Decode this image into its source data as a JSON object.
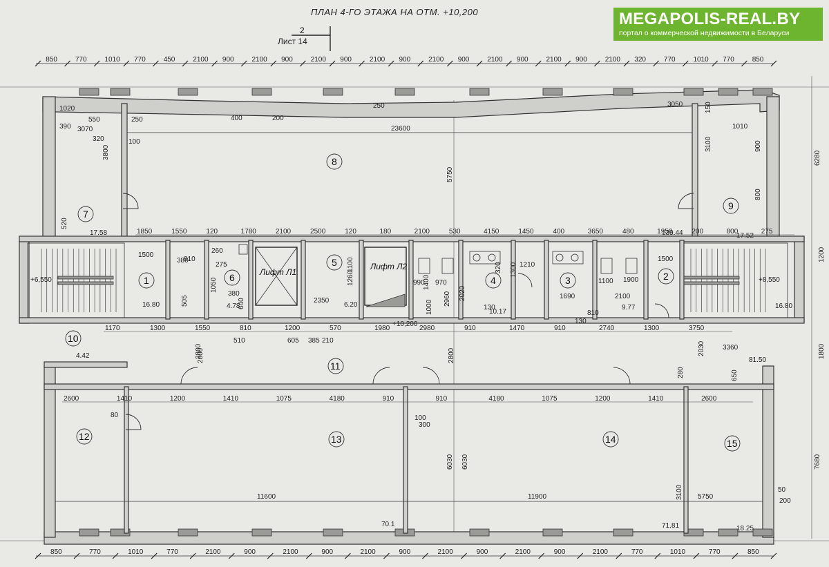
{
  "title": "ПЛАН 4-ГО ЭТАЖА НА ОТМ. +10,200",
  "section_mark": {
    "number": "2",
    "sheet": "Лист 14"
  },
  "brand": {
    "name": "MEGAPOLIS-REAL.BY",
    "tagline": "портал о коммерческой недвижимости в Беларуси",
    "color": "#6eb52f"
  },
  "top_dims": [
    "850",
    "770",
    "1010",
    "770",
    "450",
    "2100",
    "900",
    "2100",
    "900",
    "2100",
    "900",
    "2100",
    "900",
    "2100",
    "900",
    "2100",
    "900",
    "2100",
    "900",
    "2100",
    "320",
    "770",
    "1010",
    "770",
    "850"
  ],
  "bottom_dims": [
    "850",
    "770",
    "1010",
    "770",
    "2100",
    "900",
    "2100",
    "900",
    "2100",
    "900",
    "2100",
    "900",
    "2100",
    "900",
    "2100",
    "770",
    "1010",
    "770",
    "850"
  ],
  "rooms": [
    {
      "number": "1",
      "area": "16.80"
    },
    {
      "number": "2",
      "area": "16.80"
    },
    {
      "number": "3",
      "area": "9.77"
    },
    {
      "number": "4",
      "area": "10.17"
    },
    {
      "number": "5",
      "area": "6.20"
    },
    {
      "number": "6",
      "area": "4.78"
    },
    {
      "number": "7",
      "area": "17.58"
    },
    {
      "number": "8",
      "area": "139.44"
    },
    {
      "number": "9",
      "area": "17.52"
    },
    {
      "number": "10",
      "area": "4.42"
    },
    {
      "number": "11",
      "area": "+10,200"
    },
    {
      "number": "12",
      "area": ""
    },
    {
      "number": "13",
      "area": "70.1"
    },
    {
      "number": "14",
      "area": "71.81"
    },
    {
      "number": "15",
      "area": "18.25"
    }
  ],
  "lifts": [
    "Лифт Л1",
    "Лифт Л2"
  ],
  "levels": [
    "+6,550",
    "+8,550"
  ],
  "overall_dims": {
    "hall_top": "23600",
    "hall_bottom_left": "11600",
    "hall_bottom_right": "11900",
    "side_right_top": "6280",
    "side_right_bottom": "7680",
    "corridor_left": "2800",
    "corridor_right": "2800",
    "hall_height": "5750",
    "office_height": "6030"
  },
  "corridor_row": [
    "1850",
    "1550",
    "120",
    "1780",
    "2100",
    "2500",
    "120",
    "180",
    "2100",
    "530",
    "4150",
    "1450",
    "400",
    "3650",
    "480",
    "1950",
    "200",
    "800",
    "275"
  ],
  "lower_row": [
    "1170",
    "1300",
    "1550",
    "810",
    "1200",
    "570",
    "1980",
    "2980",
    "910",
    "1470",
    "910",
    "2740",
    "1300",
    "3750"
  ],
  "office_row": [
    "2600",
    "1410",
    "1200",
    "1410",
    "1075",
    "4180",
    "910",
    "910",
    "4180",
    "1075",
    "1200",
    "1410",
    "2600"
  ],
  "misc_dims": [
    "1020",
    "550",
    "390",
    "3070",
    "320",
    "3800",
    "100",
    "250",
    "400",
    "200",
    "250",
    "3050",
    "1010",
    "900",
    "800",
    "150",
    "3100",
    "520",
    "1500",
    "380",
    "910",
    "505",
    "1050",
    "260",
    "275",
    "380",
    "640",
    "510",
    "605",
    "385",
    "210",
    "1100",
    "1260",
    "2350",
    "1400",
    "970",
    "990",
    "1000",
    "2960",
    "2020",
    "1300",
    "130",
    "320",
    "1210",
    "1690",
    "1100",
    "1900",
    "2100",
    "130",
    "810",
    "1500",
    "1200",
    "1800",
    "2030",
    "3360",
    "81.50",
    "280",
    "650",
    "80",
    "100",
    "300",
    "6030",
    "3100",
    "5750",
    "50",
    "200",
    "2800"
  ]
}
